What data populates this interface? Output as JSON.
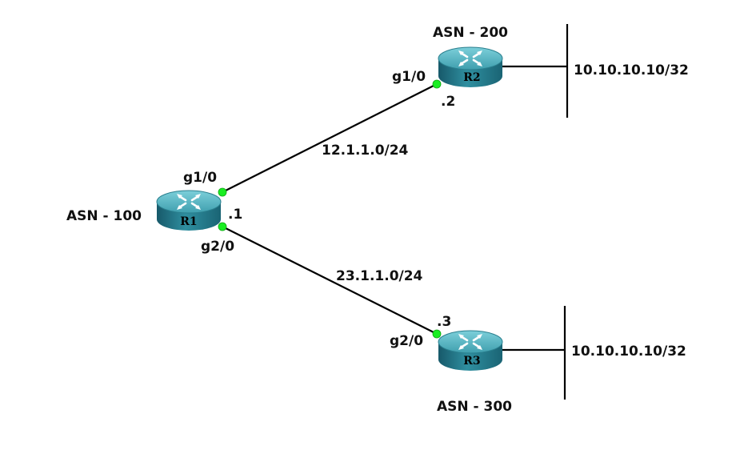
{
  "routers": [
    {
      "name": "R1",
      "asn_label": "ASN - 100"
    },
    {
      "name": "R2",
      "asn_label": "ASN - 200"
    },
    {
      "name": "R3",
      "asn_label": "ASN - 300"
    }
  ],
  "links": [
    {
      "subnet": "12.1.1.0/24",
      "a_intf": "g1/0",
      "a_host": ".1",
      "b_intf": "g1/0",
      "b_host": ".2"
    },
    {
      "subnet": "23.1.1.0/24",
      "a_intf": "g2/0",
      "b_intf": "g2/0",
      "b_host": ".3"
    }
  ],
  "lan_segments": [
    {
      "prefix": "10.10.10.10/32"
    },
    {
      "prefix": "10.10.10.10/32"
    }
  ],
  "colors": {
    "router_body": "#2f8fa0",
    "router_dark": "#1d6876",
    "router_top": "#5cb8c6",
    "interface_dot": "#1aee22",
    "link": "#000000"
  },
  "icons": {
    "router": "router-icon",
    "interface": "interface-dot-icon"
  }
}
